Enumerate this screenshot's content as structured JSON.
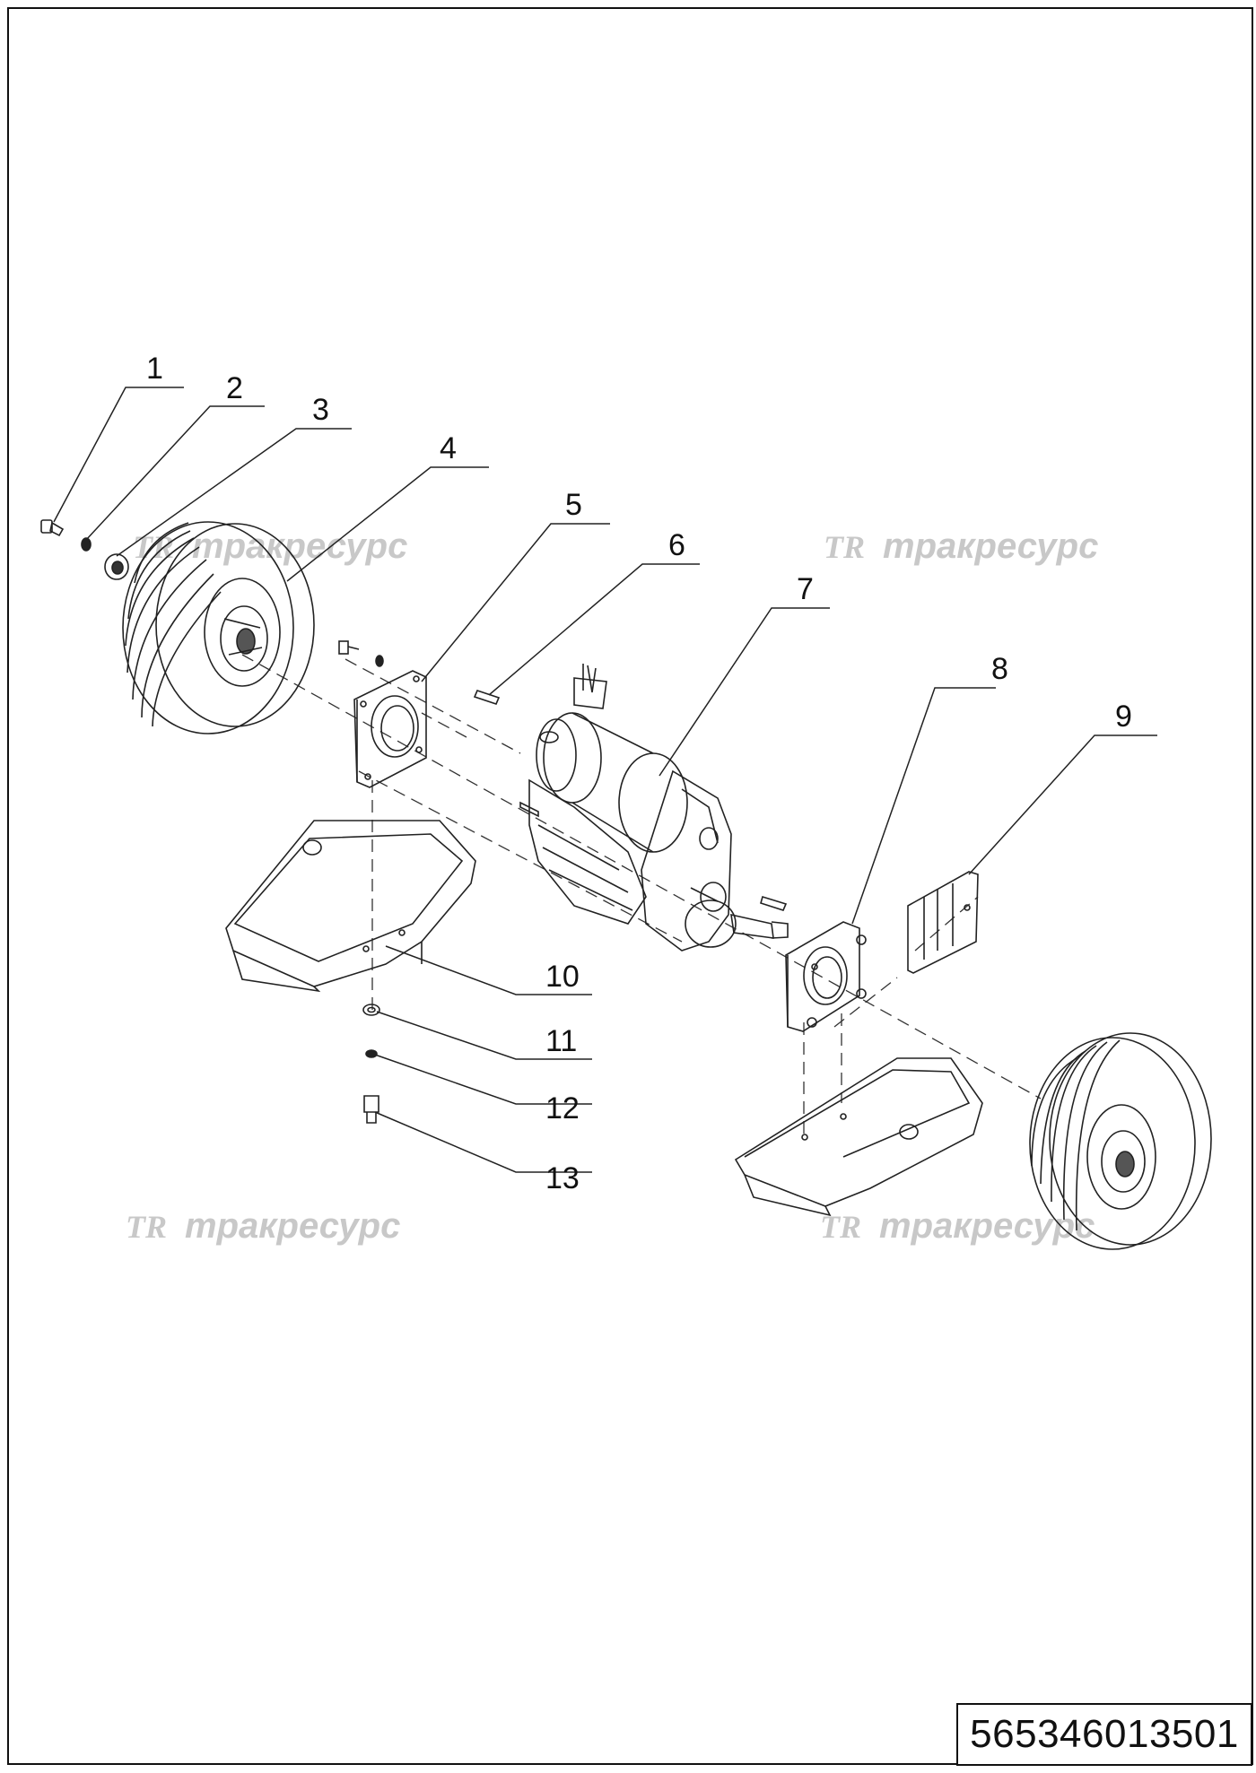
{
  "callouts": [
    "1",
    "2",
    "3",
    "4",
    "5",
    "6",
    "7",
    "8",
    "9",
    "10",
    "11",
    "12",
    "13"
  ],
  "watermark": {
    "logo": "TR",
    "text": "тракресурс"
  },
  "document_code": "565346013501"
}
